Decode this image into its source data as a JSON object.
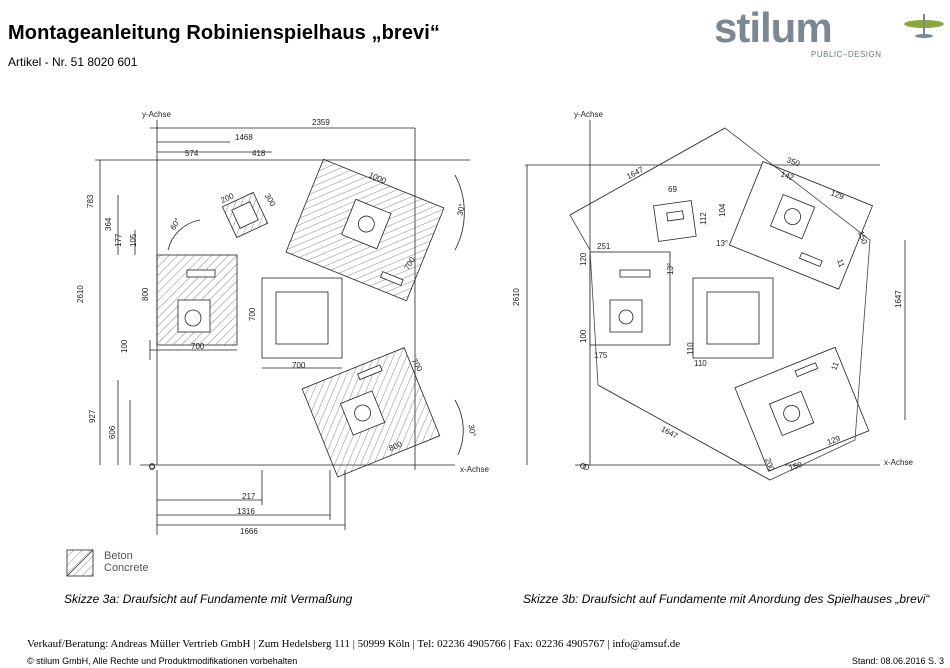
{
  "header": {
    "title": "Montageanleitung Robinienspielhaus „brevi“",
    "article": "Artikel - Nr. 51 8020 601"
  },
  "logo": {
    "word": "stilum",
    "subline": "PUBLIC–DESIGN"
  },
  "sketch_a": {
    "y_axis": "y-Achse",
    "x_axis": "x-Achse",
    "origin": "O",
    "dims": {
      "d2359": "2359",
      "d1468": "1468",
      "d574": "574",
      "d418": "418",
      "d783": "783",
      "d364": "364",
      "d177": "177",
      "d105": "105",
      "d2610": "2610",
      "d800": "800",
      "d100": "100",
      "d700a": "700",
      "d700b": "700",
      "d700c": "700",
      "d700d": "700",
      "d700e": "700",
      "d1000": "1000",
      "d200": "200",
      "d300": "300",
      "a60": "60°",
      "a30a": "30°",
      "a30b": "30°",
      "d927": "927",
      "d606": "606",
      "d800b": "800",
      "d217": "217",
      "d1316": "1316",
      "d1666": "1666"
    },
    "caption": "Skizze 3a: Draufsicht auf Fundamente mit Vermaßung"
  },
  "sketch_b": {
    "y_axis": "y-Achse",
    "x_axis": "x-Achse",
    "origin": "O",
    "dims": {
      "d1647a": "1647",
      "d1647b": "1647",
      "d1647c": "1647",
      "d69": "69",
      "d112": "112",
      "d104": "104",
      "d13a": "13°",
      "d13b": "13°",
      "d350": "350",
      "d142": "142",
      "d129a": "129",
      "d150a": "150",
      "d2610": "2610",
      "d251": "251",
      "d120": "120",
      "d100": "100",
      "d175": "175",
      "d110a": "110",
      "d110b": "110",
      "d11a": "11",
      "d11b": "11",
      "d129b": "129",
      "d200": "200",
      "d150b": "150"
    },
    "caption": "Skizze 3b: Draufsicht auf Fundamente mit Anordung des Spielhauses „brevi“"
  },
  "legend": {
    "line1": "Beton",
    "line2": "Concrete"
  },
  "footer": {
    "contact": "Verkauf/Beratung: Andreas Müller Vertrieb GmbH | Zum Hedelsberg 111 | 50999 Köln | Tel: 02236 4905766 | Fax: 02236 4905767 | info@amsuf.de",
    "copyright": "©  stilum GmbH, Alle Rechte und Produktmodifikationen vorbehalten",
    "stand": "Stand: 08.06.2016  S. 3"
  },
  "colors": {
    "logo_gray": "#7b8893",
    "logo_green": "#8aa83a"
  }
}
